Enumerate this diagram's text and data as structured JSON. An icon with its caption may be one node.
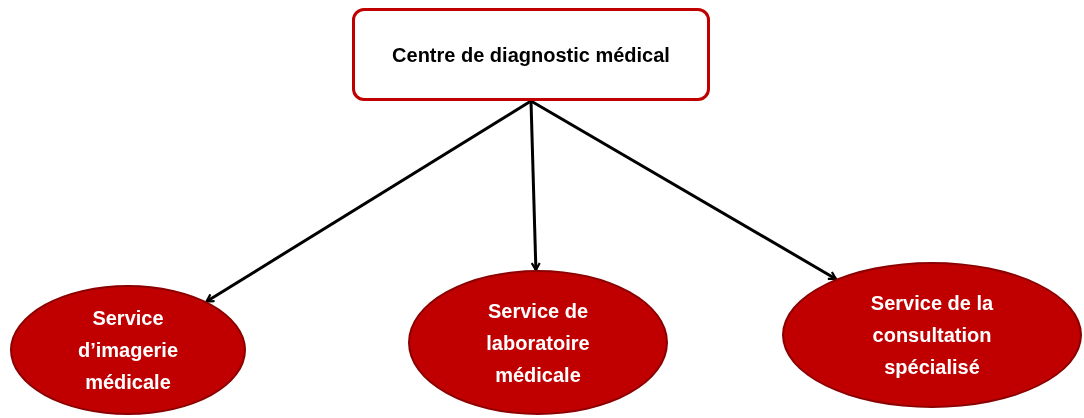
{
  "diagram": {
    "nodes": [
      {
        "text": [
          "Centre de diagnostic médical"
        ]
      },
      {
        "text": [
          "Service d’imagerie médicale"
        ]
      },
      {
        "text": [
          "Service de laboratoire médicale"
        ]
      },
      {
        "text": [
          "Service de la consultation spécialisé"
        ]
      }
    ],
    "edges": [
      {
        "from": 0,
        "to": 1,
        "arrow": "to"
      },
      {
        "from": 0,
        "to": 2,
        "arrow": "to"
      },
      {
        "from": 0,
        "to": 3,
        "arrow": "to"
      }
    ]
  }
}
